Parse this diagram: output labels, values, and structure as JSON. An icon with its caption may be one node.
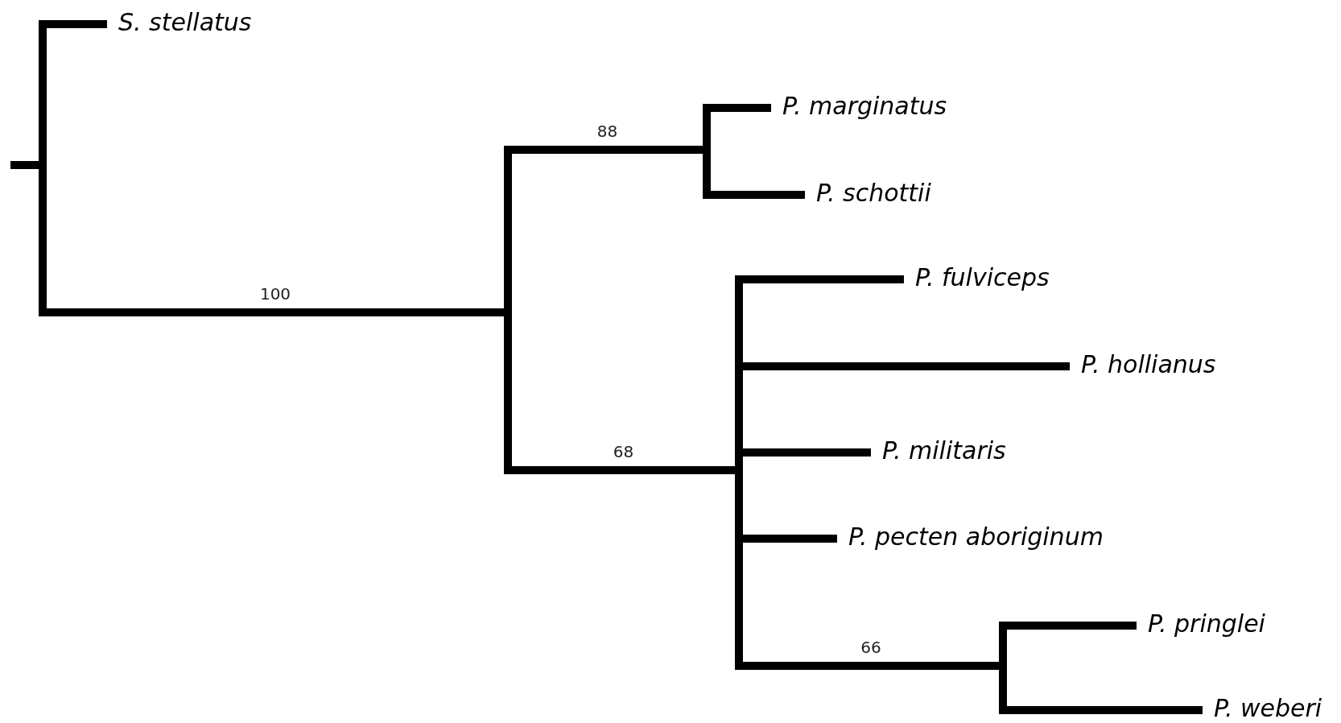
{
  "diagram": {
    "nodes": [
      {
        "text": [],
        "shape": "bar"
      },
      {
        "text": [
          "S. stellatus"
        ]
      },
      {
        "text": [],
        "shape": "bar"
      },
      {
        "text": [],
        "shape": "bar"
      },
      {
        "text": [
          "P. marginatus"
        ]
      },
      {
        "text": [
          "P. schottii"
        ]
      },
      {
        "text": [],
        "shape": "bar"
      },
      {
        "text": [
          "P. fulviceps"
        ]
      },
      {
        "text": [
          "P. hollianus"
        ]
      },
      {
        "text": [
          "P. militaris"
        ]
      },
      {
        "text": [
          "P. pecten aboriginum"
        ]
      },
      {
        "text": [],
        "shape": "bar"
      },
      {
        "text": [
          "P. pringlei"
        ]
      },
      {
        "text": [
          "P. weberi"
        ]
      }
    ],
    "edges": [
      {
        "from": null,
        "to": 0,
        "arrow": "none"
      },
      {
        "from": 0,
        "to": 1,
        "arrow": "none"
      },
      {
        "from": 0,
        "to": 2,
        "arrow": "none",
        "label": "100"
      },
      {
        "from": 2,
        "to": 3,
        "arrow": "none",
        "label": "88"
      },
      {
        "from": 3,
        "to": 4,
        "arrow": "none"
      },
      {
        "from": 3,
        "to": 5,
        "arrow": "none"
      },
      {
        "from": 2,
        "to": 6,
        "arrow": "none",
        "label": "68"
      },
      {
        "from": 6,
        "to": 7,
        "arrow": "none"
      },
      {
        "from": 6,
        "to": 8,
        "arrow": "none"
      },
      {
        "from": 6,
        "to": 9,
        "arrow": "none"
      },
      {
        "from": 6,
        "to": 10,
        "arrow": "none"
      },
      {
        "from": 6,
        "to": 11,
        "arrow": "none",
        "label": "66"
      },
      {
        "from": 11,
        "to": 12,
        "arrow": "none"
      },
      {
        "from": 11,
        "to": 13,
        "arrow": "none"
      }
    ]
  }
}
